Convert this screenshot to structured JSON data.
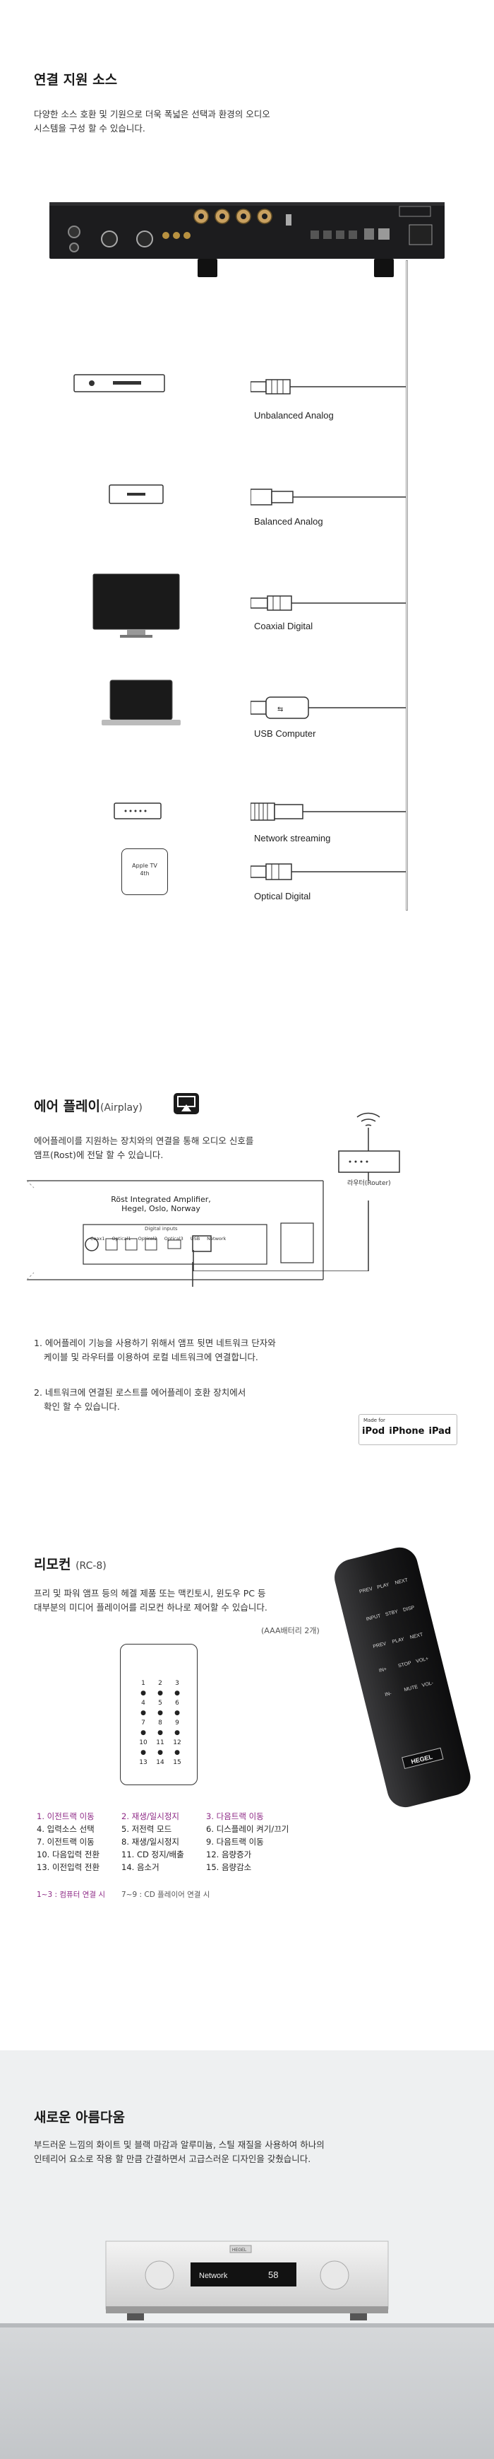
{
  "sources": {
    "title": "연결 지원 소스",
    "description_line1": "다양한 소스 호환 및 기원으로 더욱 폭넓은 선택과 환경의 오디오",
    "description_line2": "시스템을 구성 할 수 있습니다.",
    "connectors": [
      {
        "label": "Unbalanced Analog"
      },
      {
        "label": "Balanced Analog"
      },
      {
        "label": "Coaxial Digital"
      },
      {
        "label": "USB Computer"
      },
      {
        "label": "Network streaming"
      },
      {
        "label": "Optical Digital"
      }
    ],
    "appletv_label_line1": "Apple TV",
    "appletv_label_line2": "4th"
  },
  "airplay": {
    "title": "에어 플레이",
    "title_sub": "(Airplay)",
    "desc_line1": "에어플레이를 지원하는 장치와의 연결을 통해 오디오 신호를",
    "desc_line2": "앰프(Rost)에 전달 할 수 있습니다.",
    "amp_name_line1": "Röst Integrated Amplifier,",
    "amp_name_line2": "Hegel, Oslo, Norway",
    "digital_inputs": "Digital inputs",
    "inputs": [
      "Coax1",
      "Optical1",
      "Optical2",
      "Optical3",
      "USB",
      "Network"
    ],
    "router_label": "라우터(Router)",
    "note1_line1": "1. 에어플레이 기능을 사용하기 위해서 앰프 뒷면 네트워크 단자와",
    "note1_line2": "케이블 및 라우터를 이용하여 로컬 네트워크에 연결합니다.",
    "note2_line1": "2. 네트워크에 연결된 로스트를 에어플레이 호환 장치에서",
    "note2_line2": "확인 할 수 있습니다.",
    "madefor": "Made for",
    "ipod": "iPod",
    "iphone": "iPhone",
    "ipad": "iPad"
  },
  "remote": {
    "title": "리모컨",
    "title_sub": "(RC-8)",
    "desc_line1": "프리 및 파워 앰프 등의 헤겔 제품 또는 맥킨토시, 윈도우 PC 등",
    "desc_line2": "대부분의 미디어 플레이어를 리모컨 하나로 제어할 수 있습니다.",
    "battery": "(AAA배터리 2개)",
    "keypad": [
      "1",
      "2",
      "3",
      "4",
      "5",
      "6",
      "7",
      "8",
      "9",
      "10",
      "11",
      "12",
      "13",
      "14",
      "15"
    ],
    "functions_col1": [
      "1. 이전트랙 이동",
      "4. 입력소스 선택",
      "7. 이전트랙 이동",
      "10. 다음입력 전환",
      "13. 이전입력 전환"
    ],
    "functions_col2": [
      "2. 재생/일시정지",
      "5. 저전력 모드",
      "8. 재생/일시정지",
      "11. CD 정지/배출",
      "14. 음소거"
    ],
    "functions_col3": [
      "3. 다음트랙 이동",
      "6. 디스플레이 켜기/끄기",
      "9. 다음트랙 이동",
      "12. 음량증가",
      "15. 음량감소"
    ],
    "note_a": "1~3 : 컴퓨터 연결 시",
    "note_b": "7~9 : CD 플레이어 연결 시",
    "remote_brand": "HEGEL",
    "remote_buttons": [
      "PREV",
      "PLAY",
      "NEXT",
      "INPUT",
      "STBY",
      "DISP",
      "PREV",
      "PLAY",
      "NEXT",
      "IN+",
      "STOP",
      "VOL+",
      "IN-",
      "MUTE",
      "VOL-"
    ]
  },
  "beauty": {
    "title": "새로운 아름다움",
    "desc_line1": "부드러운 느낌의 화이트 및 블랙 마감과 알루미늄, 스틸 재질을 사용하여 하나의",
    "desc_line2": "인테리어 요소로 작용 할 만큼 간결하면서 고급스러운 디자인을 갖췄습니다.",
    "display_source": "Network",
    "display_volume": "58",
    "brand": "HEGEL"
  }
}
